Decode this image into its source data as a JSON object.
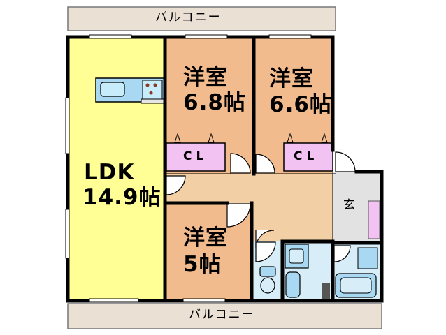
{
  "plan": {
    "balcony_top": "バルコニー",
    "balcony_bottom": "バルコニー",
    "ldk": {
      "line1": "LDK",
      "line2": "14.9帖"
    },
    "room_a": {
      "line1": "洋室",
      "line2": "6.8帖"
    },
    "room_b": {
      "line1": "洋室",
      "line2": "6.6帖"
    },
    "room_c": {
      "line1": "洋室",
      "line2": "5帖"
    },
    "closet_a": "CL",
    "closet_b": "CL",
    "entrance": "玄"
  },
  "colors": {
    "balcony": "#eae0d4",
    "ldk": "#ffff96",
    "room": "#f2bb8d",
    "corridor": "#f2cfa4",
    "closet": "#f2c2f2",
    "wet": "#d7eef9",
    "entrance": "#e2e2e2",
    "wall": "#000000"
  }
}
